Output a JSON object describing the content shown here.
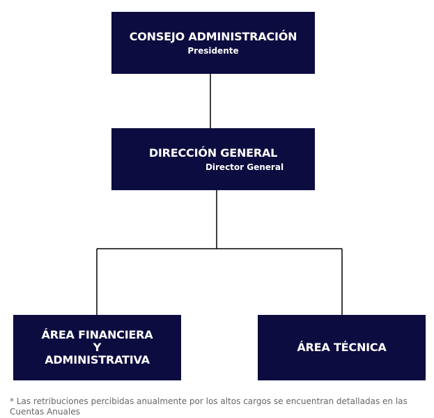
{
  "org_chart": {
    "consejo": {
      "title": "CONSEJO ADMINISTRACIÓN",
      "subtitle": "Presidente"
    },
    "direccion": {
      "title": "DIRECCIÓN GENERAL",
      "subtitle": "Director General"
    },
    "financiera": {
      "lines": [
        "ÁREA FINANCIERA",
        "Y",
        "ADMINISTRATIVA"
      ]
    },
    "tecnica": {
      "title": "ÁREA TÉCNICA"
    }
  },
  "footnote": "* Las retribuciones percibidas anualmente por los altos cargos se encuentran detalladas en las Cuentas Anuales",
  "colors": {
    "box_fill": "#0c0c40",
    "box_text": "#ffffff",
    "connector": "#000000",
    "footnote_text": "#666666"
  }
}
